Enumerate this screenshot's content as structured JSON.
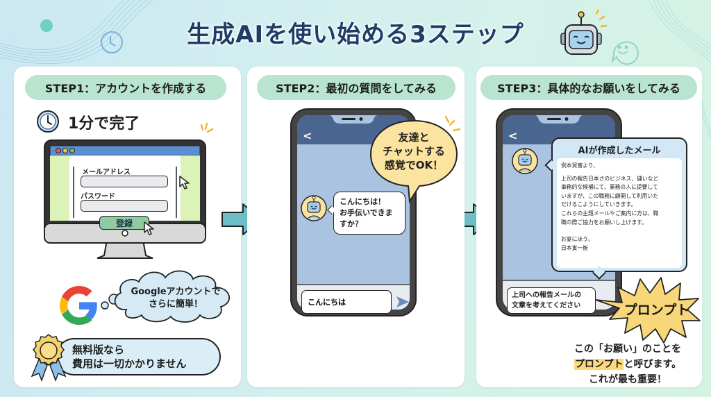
{
  "title": "生成AIを使い始める3ステップ",
  "colors": {
    "title": "#1d3d66",
    "step_pill": "#b9e4cf",
    "arrow": "#6cbfc6",
    "phone_header": "#4a6590",
    "phone_screen": "#a9c3e0",
    "speech_yellow": "#fbe3a0",
    "prompt_highlight": "#fcd97a"
  },
  "steps": [
    {
      "label": "STEP1：アカウントを作成する",
      "time_icon": "clock-icon",
      "time_text": "1分で完了",
      "form": {
        "email_label": "メールアドレス",
        "email_value": "",
        "password_label": "パスワード",
        "password_value": "",
        "submit_label": "登録"
      },
      "google_bubble": [
        "Googleアカウントで",
        "さらに簡単！"
      ],
      "free_badge": [
        "無料版なら",
        "費用は一切かかりません"
      ]
    },
    {
      "label": "STEP2：最初の質問をしてみる",
      "callout": [
        "友達と",
        "チャットする",
        "感覚でOK！"
      ],
      "bot_message": [
        "こんにちは！",
        "お手伝いできま",
        "すか？"
      ],
      "input_value": "こんにちは",
      "back_label": "<"
    },
    {
      "label": "STEP3：具体的なお願いをしてみる",
      "mail_title": "AIが作成したメール",
      "mail_lines": [
        "例本貿害より、",
        "",
        "上司の報告日本さのビジネス、儲いなど",
        "事務的な候補にて、業務の人に提要して",
        "いますが、この職務に顧開して利用いた",
        "だけるこようにしていきます。",
        "これらの主題メールやご案内に方は、職",
        "職の際ご協力をお願いし上げます。",
        "",
        "お宴にほう、",
        "日本寅一衡"
      ],
      "user_message": [
        "上司への報告メールの",
        "文章を考えてください"
      ],
      "prompt_burst": "プロンプト",
      "explanation": {
        "line1": "この「お願い」のことを",
        "highlight": "プロンプト",
        "line2_rest": "と呼びます。",
        "line3": "これが最も重要！"
      },
      "back_label": "<"
    }
  ]
}
